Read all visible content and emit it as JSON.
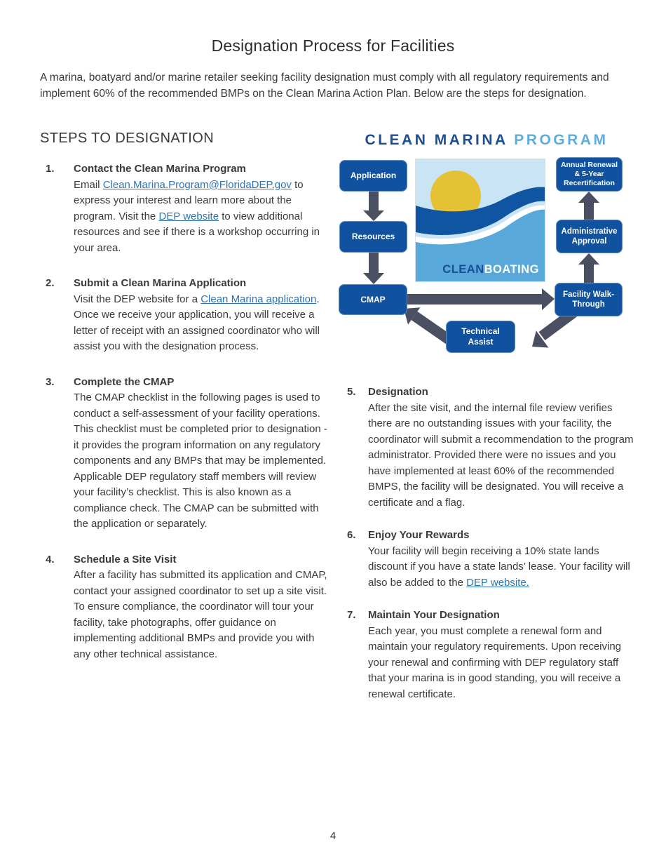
{
  "page": {
    "title": "Designation Process for Facilities",
    "intro": "A marina, boatyard and/or marine retailer seeking facility designation must comply with all regulatory requirements and implement 60% of the recommended BMPs on the Clean Marina Action Plan. Below are the steps for designation.",
    "section_heading": "STEPS TO DESIGNATION",
    "page_number": "4"
  },
  "steps_left": [
    {
      "num": "1.",
      "title": "Contact the Clean Marina Program",
      "body": [
        {
          "t": "Email "
        },
        {
          "t": "Clean.Marina.Program@FloridaDEP.gov",
          "link": true
        },
        {
          "t": " to express your interest and learn more about the program. Visit the "
        },
        {
          "t": "DEP website",
          "link": true
        },
        {
          "t": " to view additional resources and see if there is a workshop occurring in your area."
        }
      ]
    },
    {
      "num": "2.",
      "title": "Submit a Clean Marina Application",
      "body": [
        {
          "t": "Visit the DEP website for a "
        },
        {
          "t": "Clean Marina application",
          "link": true
        },
        {
          "t": ". Once we receive your application, you will receive a letter of receipt with an assigned coordinator who will assist you with the designation process."
        }
      ]
    },
    {
      "num": "3.",
      "title": "Complete the CMAP",
      "body": [
        {
          "t": "The CMAP checklist in the following pages is used to conduct a self-assessment of your facility operations. This checklist must be completed prior to designation - it provides the program information on any regulatory components and any BMPs that may be implemented. Applicable DEP regulatory staff members will review your facility’s checklist. This is also known as a compliance check. The CMAP can be submitted with the application or separately."
        }
      ]
    },
    {
      "num": "4.",
      "title": "Schedule a Site Visit",
      "body": [
        {
          "t": "After a facility has submitted its application and CMAP, contact your assigned coordinator to set up a site visit. To ensure compliance, the coordinator will tour your facility, take photographs, offer guidance on implementing additional BMPs and provide you with any other technical assistance."
        }
      ]
    }
  ],
  "steps_right": [
    {
      "num": "5.",
      "title": "Designation",
      "body": [
        {
          "t": "After the site visit, and the internal file review verifies there are no outstanding issues with your facility, the coordinator will submit a recommendation to the program administrator. Provided there were no issues and you have implemented at least 60% of the recommended BMPS, the facility will be designated. You will receive a certificate and a flag."
        }
      ]
    },
    {
      "num": "6.",
      "title": "Enjoy Your Rewards",
      "body": [
        {
          "t": "Your facility will begin receiving a 10% state lands discount if you have a state lands’ lease. Your facility will also be added to the "
        },
        {
          "t": "DEP website.",
          "link": true
        }
      ]
    },
    {
      "num": "7.",
      "title": "Maintain Your Designation",
      "body": [
        {
          "t": "Each year, you must complete a renewal form and maintain your regulatory requirements. Upon receiving your renewal and confirming with DEP regulatory staff that your marina is in good standing, you will receive a renewal certificate."
        }
      ]
    }
  ],
  "diagram": {
    "title_dark": "CLEAN MARINA",
    "title_light": "PROGRAM",
    "boxes": {
      "application": "Application",
      "resources": "Resources",
      "cmap": "CMAP",
      "technical_assist": "Technical Assist",
      "facility_walkthrough": "Facility Walk-Through",
      "admin_approval": "Administrative Approval",
      "annual_renewal": "Annual Renewal & 5-Year Recertification"
    },
    "center_logo": {
      "clean": "CLEAN",
      "boating": "BOATING"
    }
  },
  "colors": {
    "box_blue": "#10529f",
    "title_dark_blue": "#1b4e94",
    "title_light_blue": "#5fadde",
    "arrow_gray": "#4a4f61",
    "sky": "#c9e4f4",
    "sun": "#e5c136",
    "wave_dark": "#0f55a2",
    "water": "#58a8da",
    "link_blue": "#2e74b5"
  }
}
